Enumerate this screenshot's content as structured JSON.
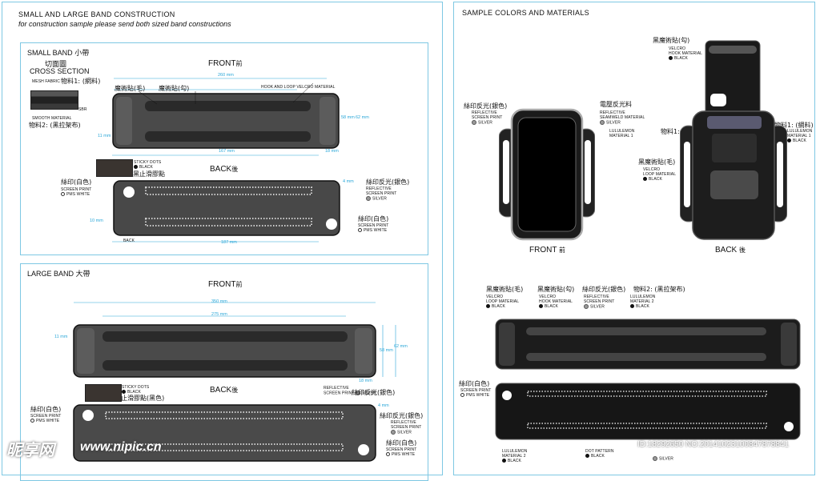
{
  "left": {
    "header": {
      "title": "SMALL AND LARGE BAND CONSTRUCTION",
      "subtitle": "for construction sample please send both sized band constructions"
    },
    "small": {
      "label": "SMALL BAND",
      "label_cn": "小帶",
      "cross_cn": "切面圖",
      "cross": "CROSS SECTION",
      "mesh": "MESH FABRIC",
      "mat1_cn": "物料1: (網料)",
      "sbr": "SBR",
      "smooth": "SMOOTH MATERIAL",
      "mat2_cn": "物料2: (黑拉架布)",
      "front": "FRONT",
      "front_cn": "前",
      "back": "BACK",
      "back_cn": "後",
      "loop_cn": "魔術貼(毛)",
      "hook_cn": "魔術貼(勾)",
      "hook_loop": "HOOK AND LOOP VELCRO MATERIAL",
      "dim_260": "260 mm",
      "dim_167": "167 mm",
      "dim_18": "18 mm",
      "dim_11": "11 mm",
      "dim_58": "58 mm",
      "dim_62": "62 mm",
      "dim_10": "10 mm",
      "dim_187": "187 mm",
      "dim_4": "4 mm",
      "sticky": "STICKY DOTS",
      "black": "BLACK",
      "sticky_cn": "黑止滑膠點",
      "print_white_cn": "絲印(白色)",
      "screen_print": "SCREEN PRINT",
      "pms_white": "PMS WHITE",
      "refl_cn": "絲印反光(銀色)",
      "reflective": "REFLECTIVE",
      "silver": "SILVER",
      "back_small": "BACK"
    },
    "large": {
      "label": "LARGE BAND",
      "label_cn": "大帶",
      "front": "FRONT",
      "front_cn": "前",
      "back": "BACK",
      "back_cn": "後",
      "dim_350": "350 mm",
      "dim_275": "275 mm",
      "dim_11": "11 mm",
      "dim_58": "58 mm",
      "dim_62": "62 mm",
      "dim_18": "18 mm",
      "dim_4": "4 mm",
      "sticky": "STICKY DOTS",
      "black": "BLACK",
      "sticky_cn": "止滑膠點(黑色)",
      "print_white_cn": "絲印(白色)",
      "screen_print": "SCREEN PRINT",
      "pms_white": "PMS WHITE",
      "reflective": "REFLECTIVE",
      "screen_print2": "SCREEN PRINT",
      "silver": "SILVER",
      "refl_cn": "絲印反光(銀色)"
    }
  },
  "right": {
    "title": "SAMPLE COLORS AND MATERIALS",
    "hook_cn": "黑魔術貼(勾)",
    "velcro_hook": "VELCRO",
    "hook_material": "HOOK MATERIAL",
    "black": "BLACK",
    "refl_cn": "絲印反光(銀色)",
    "reflective": "REFLECTIVE",
    "screen_print": "SCREEN PRINT",
    "silver": "SILVER",
    "emboss_cn": "電壓反光料",
    "seamweld": "SEAMWELD MATERIAL",
    "lulu1": "LULULEMON",
    "mat1": "MATERIAL 1",
    "mat1_cn": "物料1: (網料)",
    "loop_cn": "黑魔術貼(毛)",
    "velcro_loop": "VELCRO",
    "loop_material": "LOOP MATERIAL",
    "front": "FRONT",
    "front_cn": "前",
    "back": "BACK",
    "back_cn": "後",
    "band_loop_cn": "黑魔術貼(毛)",
    "band_hook_cn": "黑魔術貼(勾)",
    "band_refl_cn": "絲印反光(銀色)",
    "band_mat2_cn": "物料2: (黑拉架布)",
    "hook_material2": "HOOK MATERIAL",
    "mat2": "MATERIAL 2",
    "print_white_cn": "絲印(白色)",
    "pms_white": "PMS WHITE",
    "lulu2": "LULULEMON",
    "material2": "MATERIAL 2",
    "dot_pattern": "DOT PATTERN",
    "silver2": "SILVER"
  },
  "watermark": {
    "logo": "昵享网",
    "url": "www.nipic.cn",
    "id": "ID:18292650 NO:20141023100847878841"
  },
  "colors": {
    "accent": "#2aa7d8",
    "panel_border": "#7ec8e3",
    "band_dark": "#3a3a3a"
  }
}
